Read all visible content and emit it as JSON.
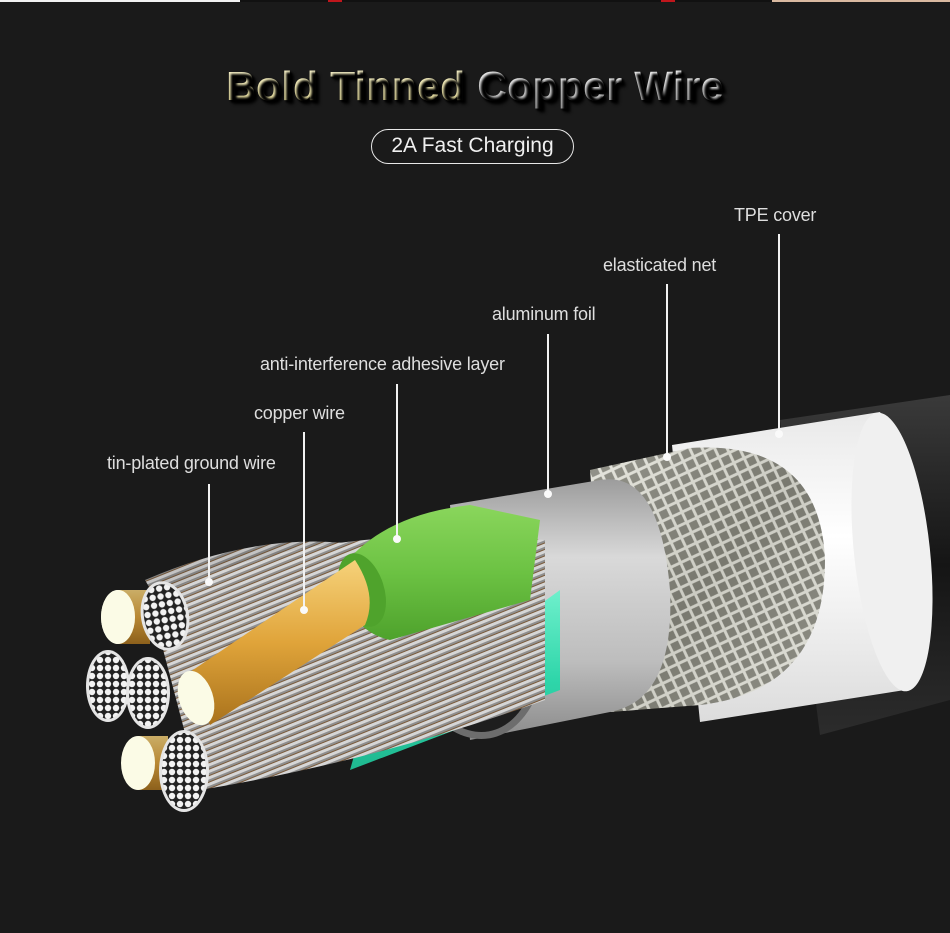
{
  "title": {
    "part1": "Bold Tinned",
    "part2": "Copper Wire"
  },
  "badge": {
    "label": "2A Fast Charging"
  },
  "colors": {
    "background": "#1a1a1a",
    "title_gold": "#efe7b0",
    "title_silver": "#e8e8e8",
    "label_text": "#dedede",
    "adhesive_green": "#6cc243",
    "inner_teal": "#2fd6aa",
    "copper_gold": "#e0a43a",
    "aluminum_gray": "#b8b8b8",
    "tpe_white": "#f4f4f4",
    "outer_braid_black": "#2a2a2a"
  },
  "callouts": [
    {
      "id": "tin-plated-ground-wire",
      "label": "tin-plated ground wire"
    },
    {
      "id": "copper-wire",
      "label": "copper wire"
    },
    {
      "id": "anti-interference-adhesive-layer",
      "label": "anti-interference adhesive layer"
    },
    {
      "id": "aluminum-foil",
      "label": "aluminum foil"
    },
    {
      "id": "elasticated-net",
      "label": "elasticated net"
    },
    {
      "id": "tpe-cover",
      "label": "TPE cover"
    }
  ]
}
